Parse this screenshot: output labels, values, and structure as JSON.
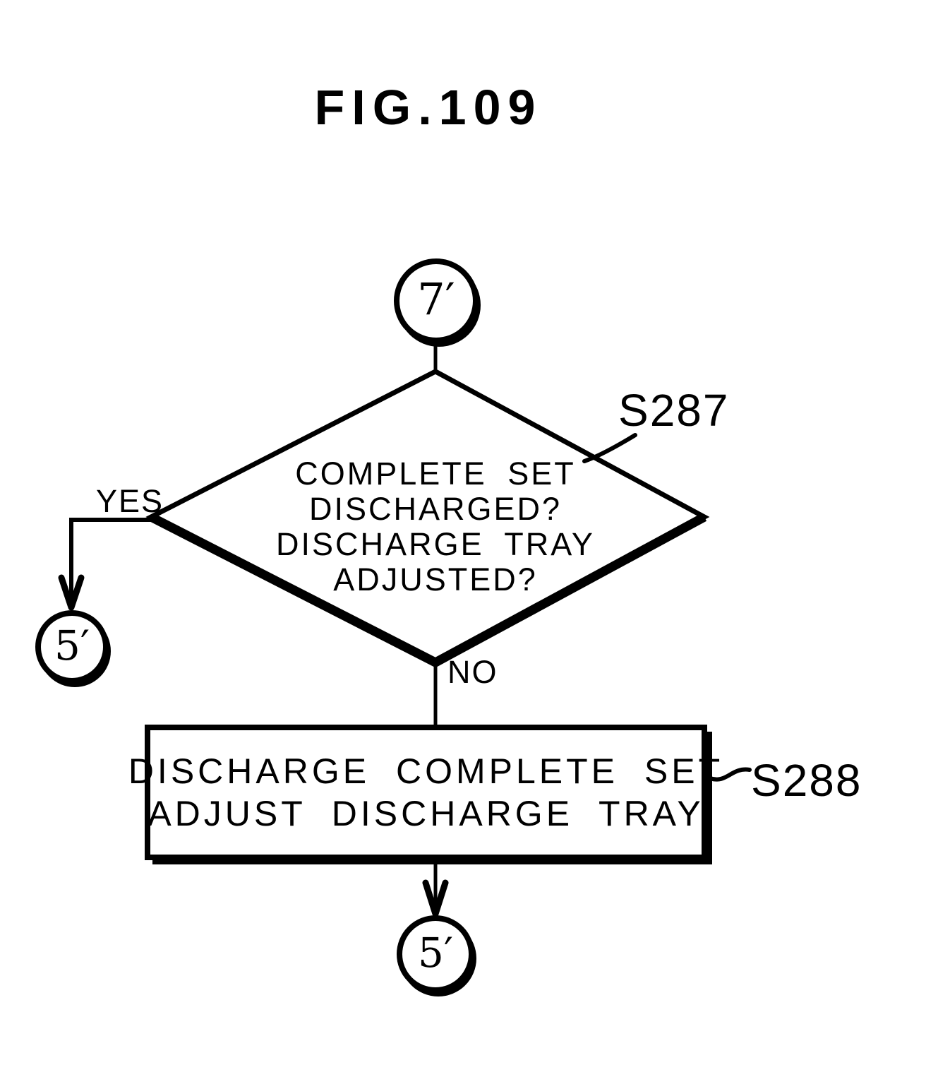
{
  "colors": {
    "ink": "#000000",
    "paper": "#ffffff"
  },
  "figure": {
    "title": "FIG.109"
  },
  "flowchart": {
    "entry_connector": {
      "label": "7′"
    },
    "decision": {
      "step_id": "S287",
      "lines": [
        "COMPLETE SET",
        "DISCHARGED?",
        "DISCHARGE TRAY",
        "ADJUSTED?"
      ],
      "yes_label": "YES",
      "no_label": "NO"
    },
    "yes_exit_connector": {
      "label": "5′"
    },
    "process": {
      "step_id": "S288",
      "lines": [
        "DISCHARGE COMPLETE SET",
        "ADJUST DISCHARGE TRAY"
      ]
    },
    "exit_connector": {
      "label": "5′"
    }
  }
}
